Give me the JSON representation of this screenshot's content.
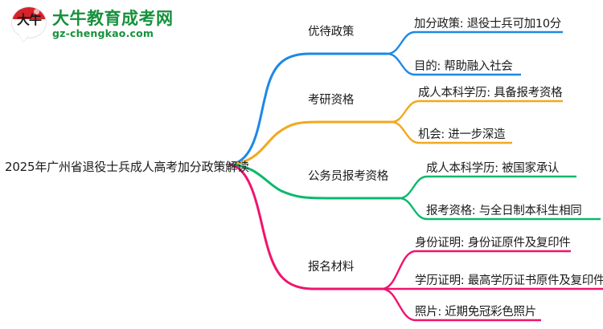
{
  "logo": {
    "badge_glyph": "大牛",
    "brand_cn": "大牛教育成考网",
    "brand_url": "gz-chengkao.com",
    "brand_color": "#16913c",
    "badge_color": "#d6222a"
  },
  "mindmap": {
    "root": {
      "label": "2025年广州省退役士兵成人高考加分政策解读"
    },
    "branches": [
      {
        "label": "优待政策",
        "color": "#1e88e5",
        "children": [
          {
            "label": "加分政策: 退役士兵可加10分"
          },
          {
            "label": "目的: 帮助融入社会"
          }
        ]
      },
      {
        "label": "考研资格",
        "color": "#f2a81d",
        "children": [
          {
            "label": "成人本科学历: 具备报考资格"
          },
          {
            "label": "机会: 进一步深造"
          }
        ]
      },
      {
        "label": "公务员报考资格",
        "color": "#0bb96d",
        "children": [
          {
            "label": "成人本科学历: 被国家承认"
          },
          {
            "label": "报考资格: 与全日制本科生相同"
          }
        ]
      },
      {
        "label": "报名材料",
        "color": "#f0136e",
        "children": [
          {
            "label": "身份证明: 身份证原件及复印件"
          },
          {
            "label": "学历证明: 最高学历证书原件及复印件"
          },
          {
            "label": "照片: 近期免冠彩色照片"
          }
        ]
      }
    ]
  }
}
